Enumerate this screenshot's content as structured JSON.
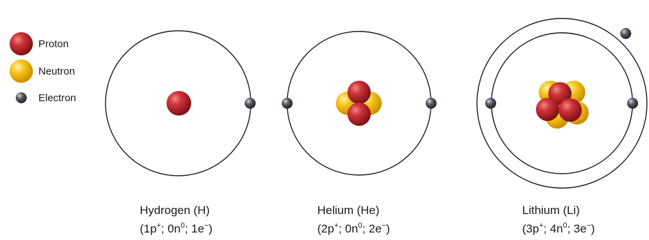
{
  "legend": [
    {
      "key": "proton",
      "label": "Proton"
    },
    {
      "key": "neutron",
      "label": "Neutron"
    },
    {
      "key": "electron",
      "label": "Electron"
    }
  ],
  "atoms": [
    {
      "name": "Hydrogen (H)",
      "protons": "1",
      "neutrons": "0",
      "electrons": "1"
    },
    {
      "name": "Helium (He)",
      "protons": "2",
      "neutrons": "0",
      "electrons": "2"
    },
    {
      "name": "Lithium (Li)",
      "protons": "3",
      "neutrons": "4",
      "electrons": "3"
    }
  ],
  "formula": {
    "open": "(",
    "p_sup": "+",
    "sep": "; ",
    "n_sup": "0",
    "e_sup": "−",
    "close": ")",
    "p": "p",
    "n": "n",
    "e": "e"
  },
  "colors": {
    "proton": "#c0272d",
    "neutron": "#f2b705",
    "electron": "#4a4d52",
    "orbit": "#1a1a1a"
  }
}
